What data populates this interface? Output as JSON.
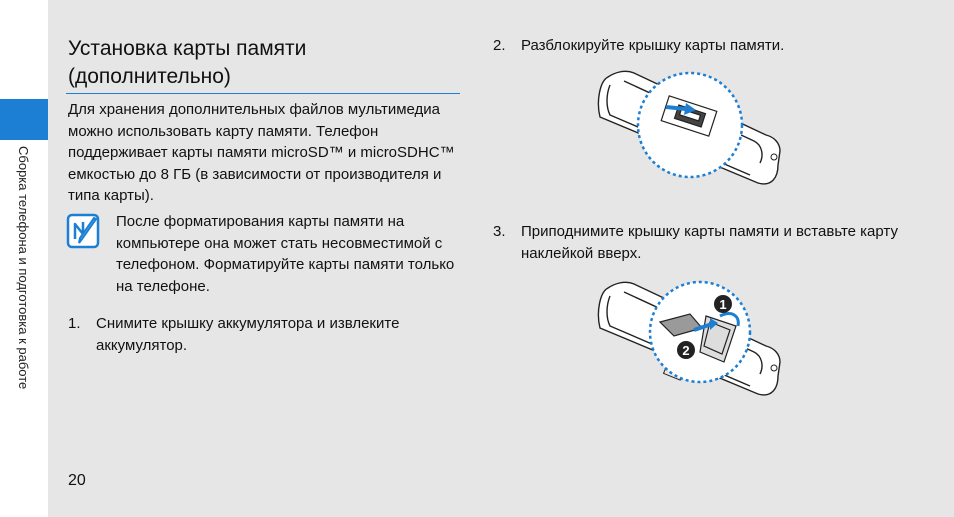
{
  "sidebar": {
    "label": "Сборка телефона и подготовка к работе",
    "accent_color": "#1c7fd3"
  },
  "section": {
    "title": "Установка карты памяти (дополнительно)",
    "intro": "Для хранения дополнительных файлов мультимедиа можно использовать карту памяти. Телефон поддерживает карты памяти microSD™ и microSDHC™ емкостью до 8 ГБ (в зависимости от производителя и типа карты).",
    "note": {
      "icon": "note-pencil-icon",
      "text": "После форматирования карты памяти на компьютере она может стать несовместимой с телефоном. Форматируйте карты памяти только на телефоне."
    }
  },
  "steps": [
    {
      "number": "1.",
      "text": "Снимите крышку аккумулятора и извлеките аккумулятор."
    },
    {
      "number": "2.",
      "text": "Разблокируйте крышку карты памяти."
    },
    {
      "number": "3.",
      "text": "Приподнимите крышку карты памяти и вставьте карту наклейкой вверх."
    }
  ],
  "illustrations": {
    "step3_markers": [
      "1",
      "2"
    ]
  },
  "page": {
    "number": "20"
  }
}
